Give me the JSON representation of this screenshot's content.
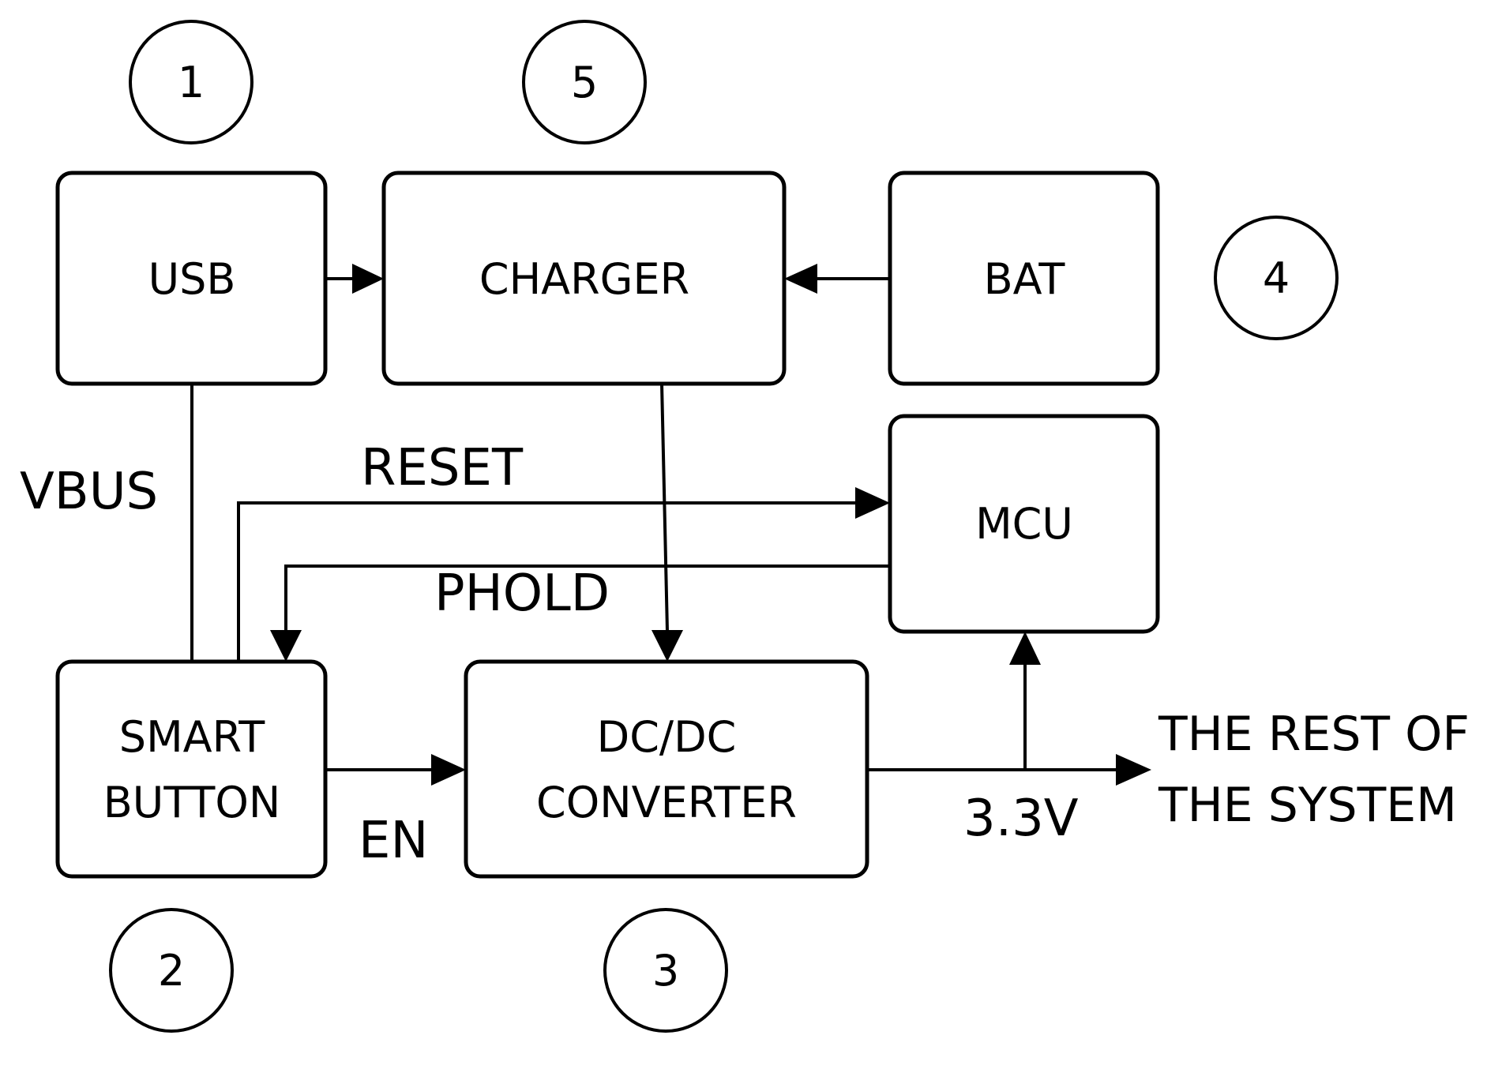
{
  "blocks": {
    "usb": "USB",
    "charger": "CHARGER",
    "bat": "BAT",
    "mcu": "MCU",
    "smart_button": [
      "SMART",
      "BUTTON"
    ],
    "dcdc": [
      "DC/DC",
      "CONVERTER"
    ]
  },
  "signals": {
    "vbus": "VBUS",
    "reset": "RESET",
    "phold": "PHOLD",
    "en": "EN",
    "v33": "3.3V"
  },
  "output_label": [
    "THE REST OF",
    "THE SYSTEM"
  ],
  "markers": {
    "m1": "1",
    "m2": "2",
    "m3": "3",
    "m4": "4",
    "m5": "5"
  }
}
